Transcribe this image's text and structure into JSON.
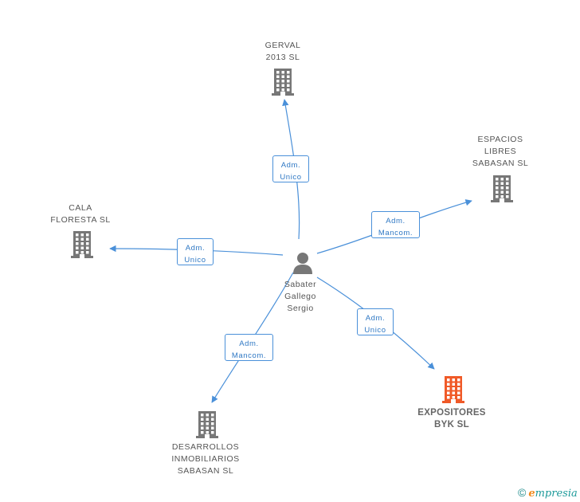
{
  "diagram": {
    "center": {
      "lines": [
        "Sabater",
        "Gallego",
        "Sergio"
      ]
    },
    "companies": [
      {
        "id": "gerval",
        "lines": [
          "GERVAL",
          "2013 SL"
        ],
        "focus": false
      },
      {
        "id": "espacios",
        "lines": [
          "ESPACIOS",
          "LIBRES",
          "SABASAN SL"
        ],
        "focus": false
      },
      {
        "id": "cala",
        "lines": [
          "CALA",
          "FLORESTA SL"
        ],
        "focus": false
      },
      {
        "id": "desarrollos",
        "lines": [
          "DESARROLLOS",
          "INMOBILIARIOS",
          "SABASAN SL"
        ],
        "focus": false
      },
      {
        "id": "expositores",
        "lines": [
          "EXPOSITORES",
          "BYK SL"
        ],
        "focus": true
      }
    ],
    "relations": [
      {
        "to": "gerval",
        "lines": [
          "Adm.",
          "Unico"
        ]
      },
      {
        "to": "espacios",
        "lines": [
          "Adm.",
          "Mancom."
        ]
      },
      {
        "to": "cala",
        "lines": [
          "Adm.",
          "Unico"
        ]
      },
      {
        "to": "desarrollos",
        "lines": [
          "Adm.",
          "Mancom."
        ]
      },
      {
        "to": "expositores",
        "lines": [
          "Adm.",
          "Unico"
        ]
      }
    ],
    "colors": {
      "edge": "#4a90d9",
      "building": "#777777",
      "focus_building": "#f05a28",
      "person": "#777777"
    }
  },
  "brand": {
    "copyright": "©",
    "logo_letter": "e",
    "logo_rest": "mpresia"
  }
}
